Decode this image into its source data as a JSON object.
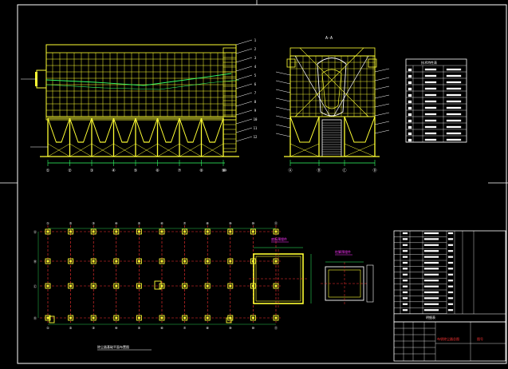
{
  "colors": {
    "background": "#000000",
    "frame": "#ffffff",
    "structure": "#ffff33",
    "grid_axis": "#ff3333",
    "dimension": "#33ff66",
    "leader": "#00ffff",
    "text_white": "#ffffff",
    "accent_magenta": "#ff33ff"
  },
  "drawing": {
    "side_view_axis_labels": [
      "①",
      "②",
      "③",
      "④",
      "⑤",
      "⑥",
      "⑦",
      "⑧",
      "⑨",
      "⑩",
      "⑪",
      "⑫"
    ],
    "end_view_axis_labels": [
      "Ⓐ",
      "Ⓑ",
      "Ⓒ",
      "Ⓓ"
    ],
    "plan_row_labels": [
      "Ⓐ",
      "Ⓑ",
      "Ⓒ",
      "Ⓓ"
    ],
    "plan_col_labels": [
      "①",
      "②",
      "③",
      "④",
      "⑤",
      "⑥",
      "⑦",
      "⑧",
      "⑨",
      "⑩",
      "⑪"
    ],
    "end_view_title": "A-A",
    "callouts_right": [
      "1",
      "2",
      "3",
      "4",
      "5",
      "6",
      "7",
      "8",
      "9",
      "10",
      "11",
      "12"
    ],
    "plan_caption": "除尘器基础平面布置图",
    "detail1_title": "底板预埋件",
    "detail2_title": "柱脚预埋件",
    "bom_title": "技术特性表",
    "main_table_title": "明细表",
    "title_block_name": "布袋除尘器总图",
    "title_block_drawno": "图号"
  }
}
